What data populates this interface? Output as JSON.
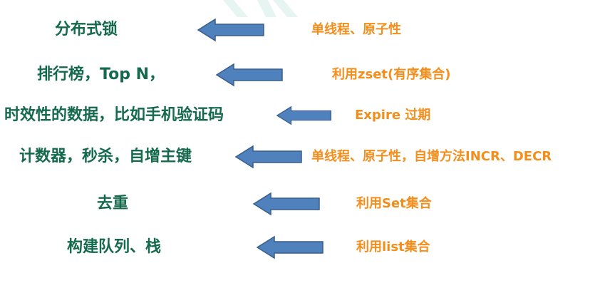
{
  "rows": [
    {
      "feature": "分布式锁",
      "reason": "单线程、原子性"
    },
    {
      "feature": "排行榜，Top N，",
      "reason": "利用zset(有序集合)"
    },
    {
      "feature": "时效性的数据，比如手机验证码",
      "reason": "Expire 过期"
    },
    {
      "feature": "计数器，秒杀，自增主键",
      "reason": "单线程、原子性，自增方法INCR、DECR"
    },
    {
      "feature": "去重",
      "reason": "利用Set集合"
    },
    {
      "feature": "构建队列、栈",
      "reason": "利用list集合"
    }
  ],
  "colors": {
    "feature_text": "#156a4e",
    "reason_text": "#f28e1c",
    "arrow_fill": "#4f81bd",
    "arrow_stroke": "#385d8a",
    "watermark": "#e6f5f1"
  },
  "icons": {
    "arrow": "left-arrow-icon",
    "watermark": "watermark-logo-icon"
  }
}
